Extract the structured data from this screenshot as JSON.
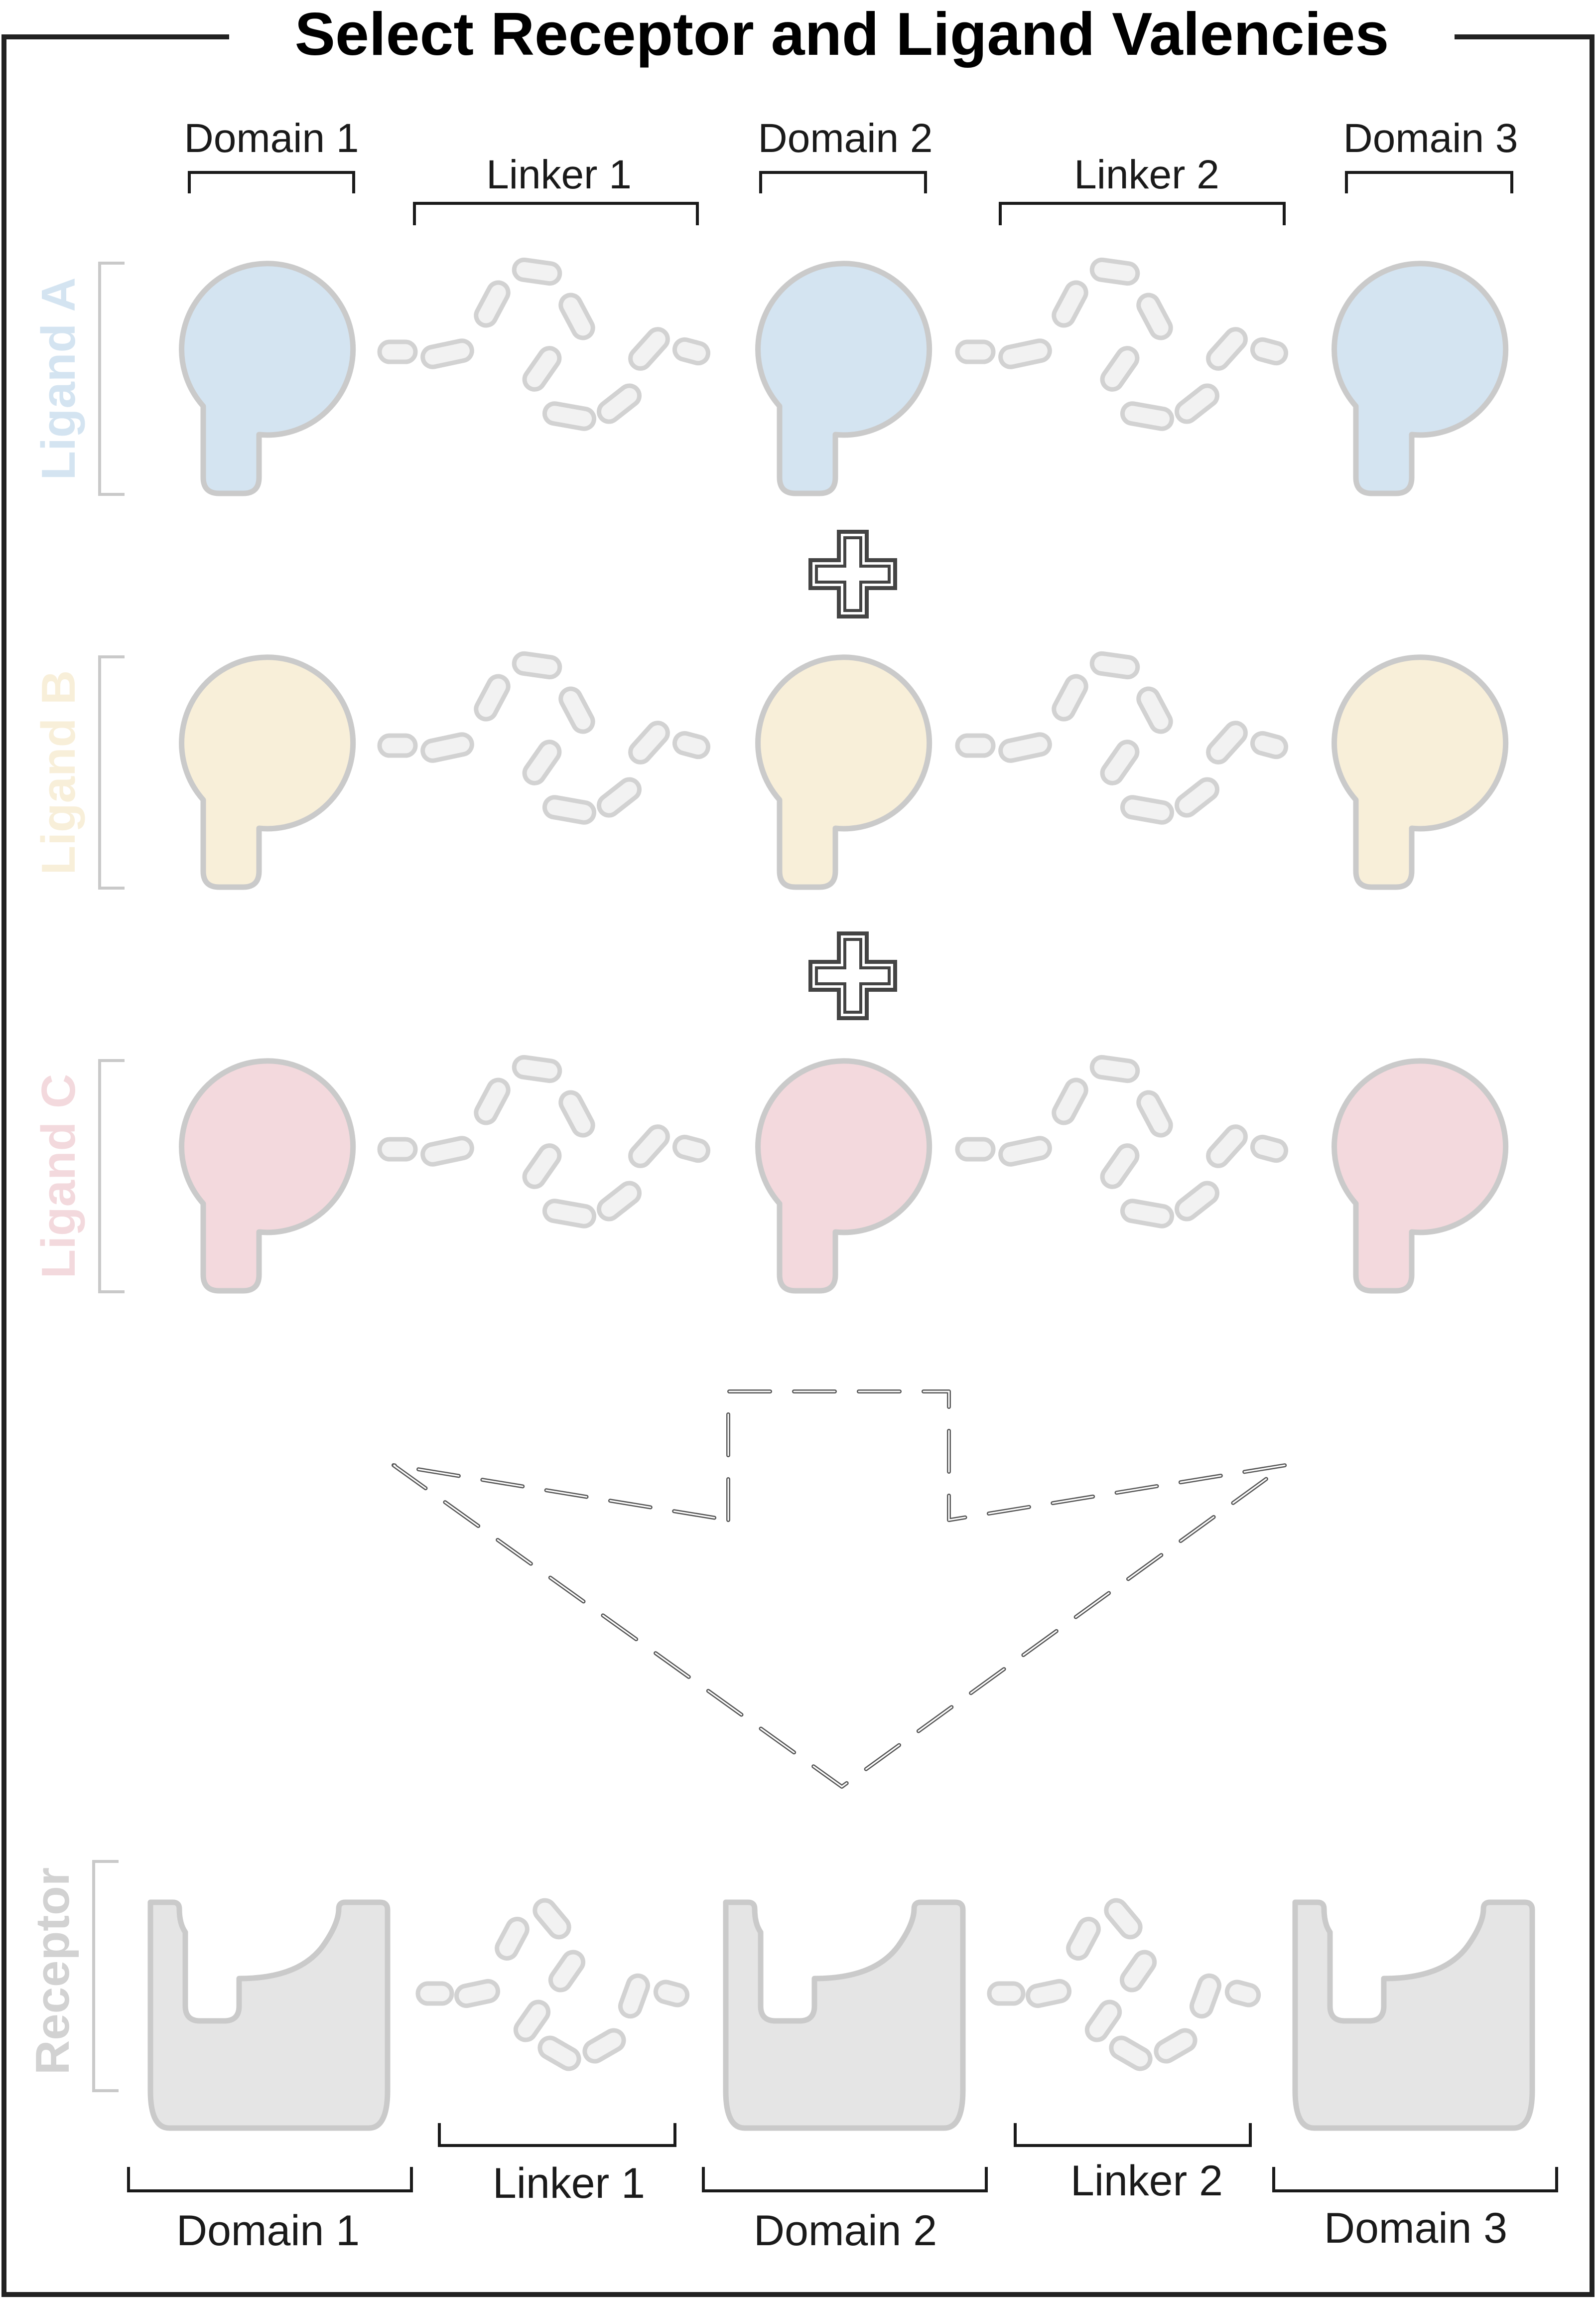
{
  "title": "Select Receptor and Ligand Valencies",
  "top_labels": {
    "domain_1": "Domain 1",
    "linker_1": "Linker 1",
    "domain_2": "Domain 2",
    "linker_2": "Linker 2",
    "domain_3": "Domain 3"
  },
  "ligands": [
    {
      "label": "Ligand A",
      "fill": "#d4e4f1",
      "label_color": "#d4e4f1"
    },
    {
      "label": "Ligand B",
      "fill": "#f8efd9",
      "label_color": "#f8efd9"
    },
    {
      "label": "Ligand C",
      "fill": "#f3d9dd",
      "label_color": "#f3d9dd"
    }
  ],
  "plus_icon": "plus-icon",
  "arrow_icon": "dashed-arrow-down-icon",
  "receptor": {
    "label": "Receptor",
    "fill": "#e5e5e5",
    "label_color": "#d2d2d2"
  },
  "bottom_labels": {
    "domain_1": "Domain 1",
    "linker_1": "Linker 1",
    "domain_2": "Domain 2",
    "linker_2": "Linker 2",
    "domain_3": "Domain 3"
  },
  "colors": {
    "frame": "#222222",
    "outline": "#cacaca",
    "linker_fill": "#f2f2f2",
    "arrow": "#555555"
  }
}
